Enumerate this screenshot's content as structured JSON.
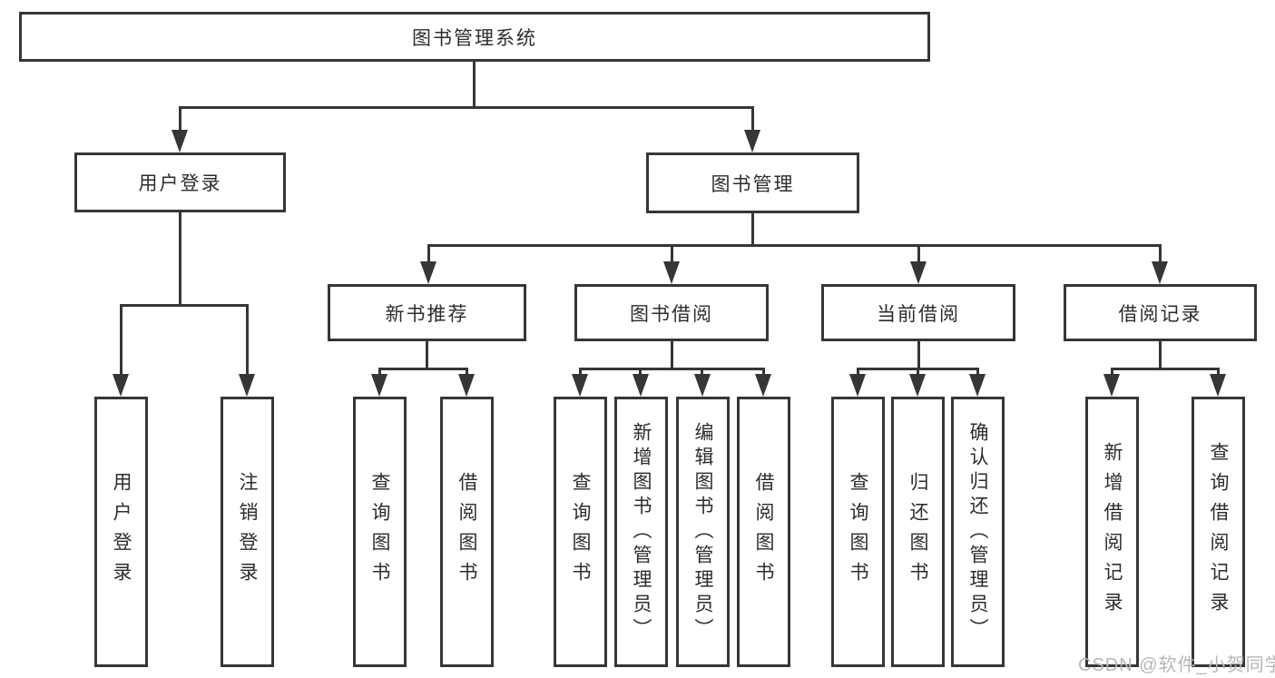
{
  "colors": {
    "line": "#363636",
    "text": "#2d2d2d",
    "background": "#ffffff",
    "watermark": "#b7b7b7"
  },
  "diagram": {
    "root": {
      "label": "图书管理系统"
    },
    "branches": [
      {
        "label": "用户登录",
        "children": [
          {
            "label": "用户登录"
          },
          {
            "label": "注销登录"
          }
        ]
      },
      {
        "label": "图书管理",
        "groups": [
          {
            "label": "新书推荐",
            "children": [
              {
                "label": "查询图书"
              },
              {
                "label": "借阅图书"
              }
            ]
          },
          {
            "label": "图书借阅",
            "children": [
              {
                "label": "查询图书"
              },
              {
                "label": "新增图书（管理员）"
              },
              {
                "label": "编辑图书（管理员）"
              },
              {
                "label": "借阅图书"
              }
            ]
          },
          {
            "label": "当前借阅",
            "children": [
              {
                "label": "查询图书"
              },
              {
                "label": "归还图书"
              },
              {
                "label": "确认归还（管理员）"
              }
            ]
          },
          {
            "label": "借阅记录",
            "children": [
              {
                "label": "新增借阅记录"
              },
              {
                "label": "查询借阅记录"
              }
            ]
          }
        ]
      }
    ]
  },
  "watermark": {
    "text": "CSDN @软件_小贺同学"
  }
}
